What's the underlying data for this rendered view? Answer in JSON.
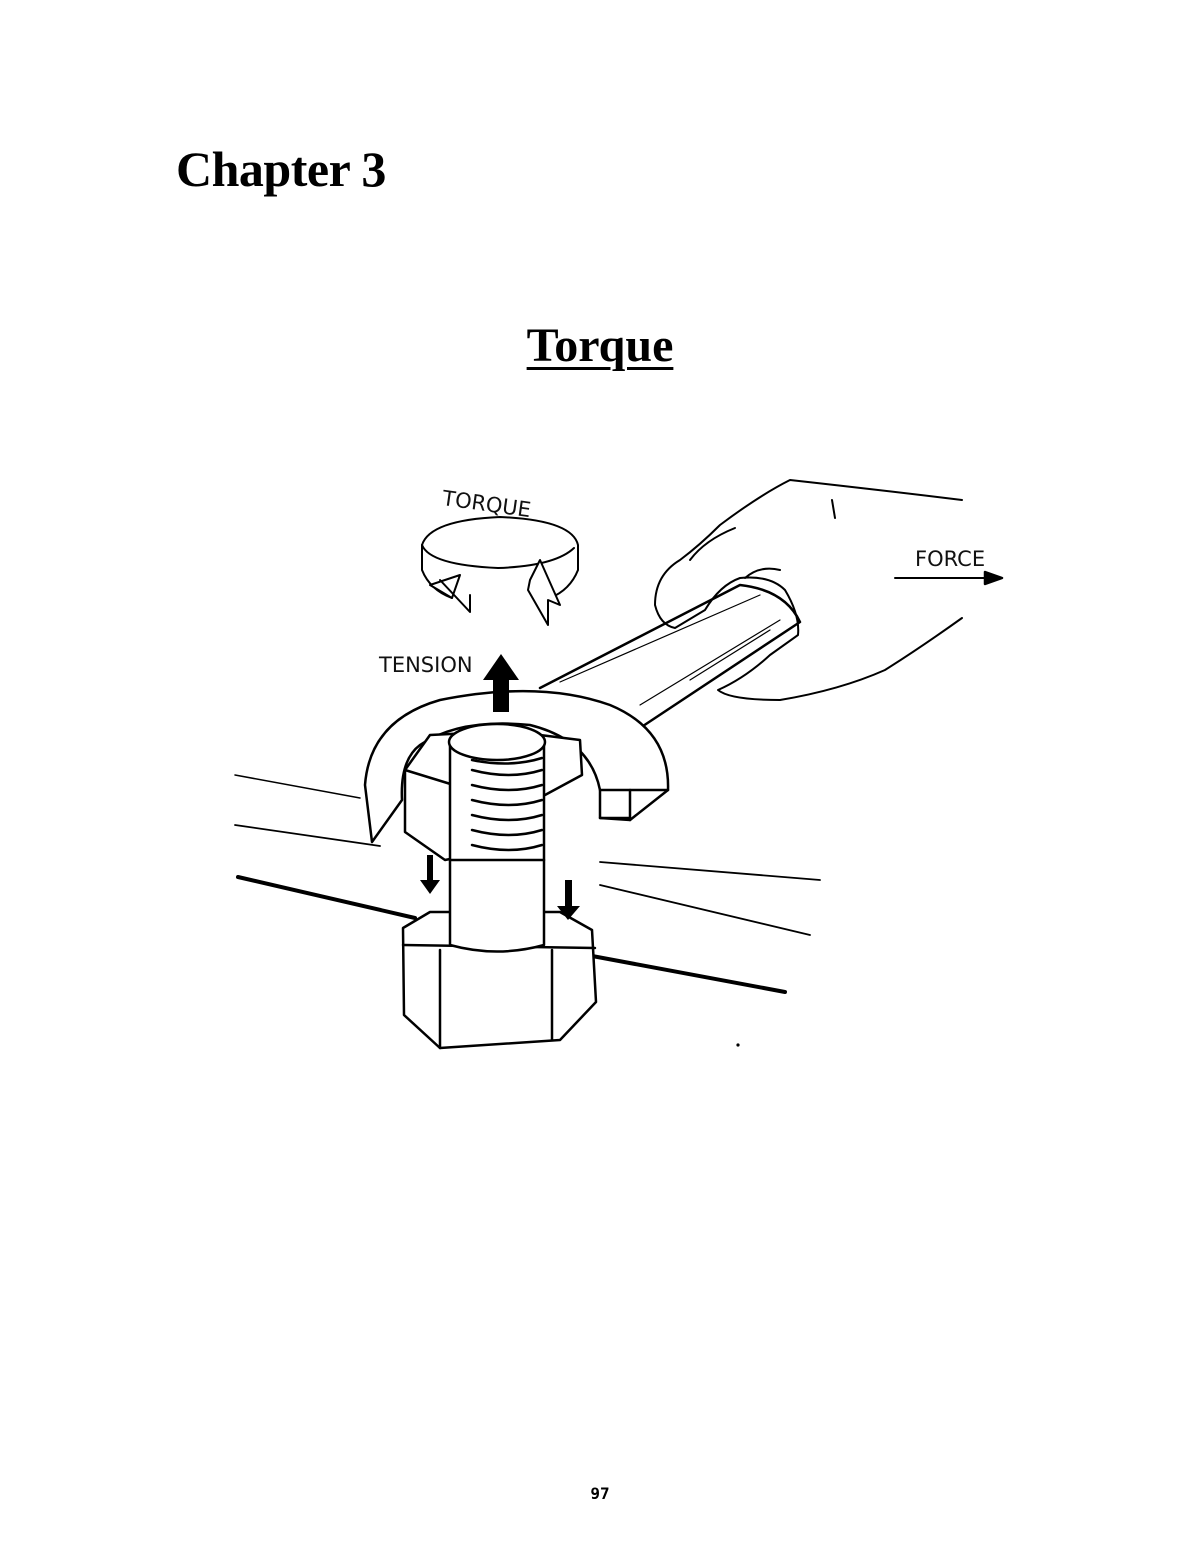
{
  "chapter": {
    "heading": "Chapter 3",
    "title": "Torque"
  },
  "figure": {
    "labels": {
      "torque": "TORQUE",
      "force": "FORCE",
      "tension": "TENSION"
    }
  },
  "page_number": "97"
}
